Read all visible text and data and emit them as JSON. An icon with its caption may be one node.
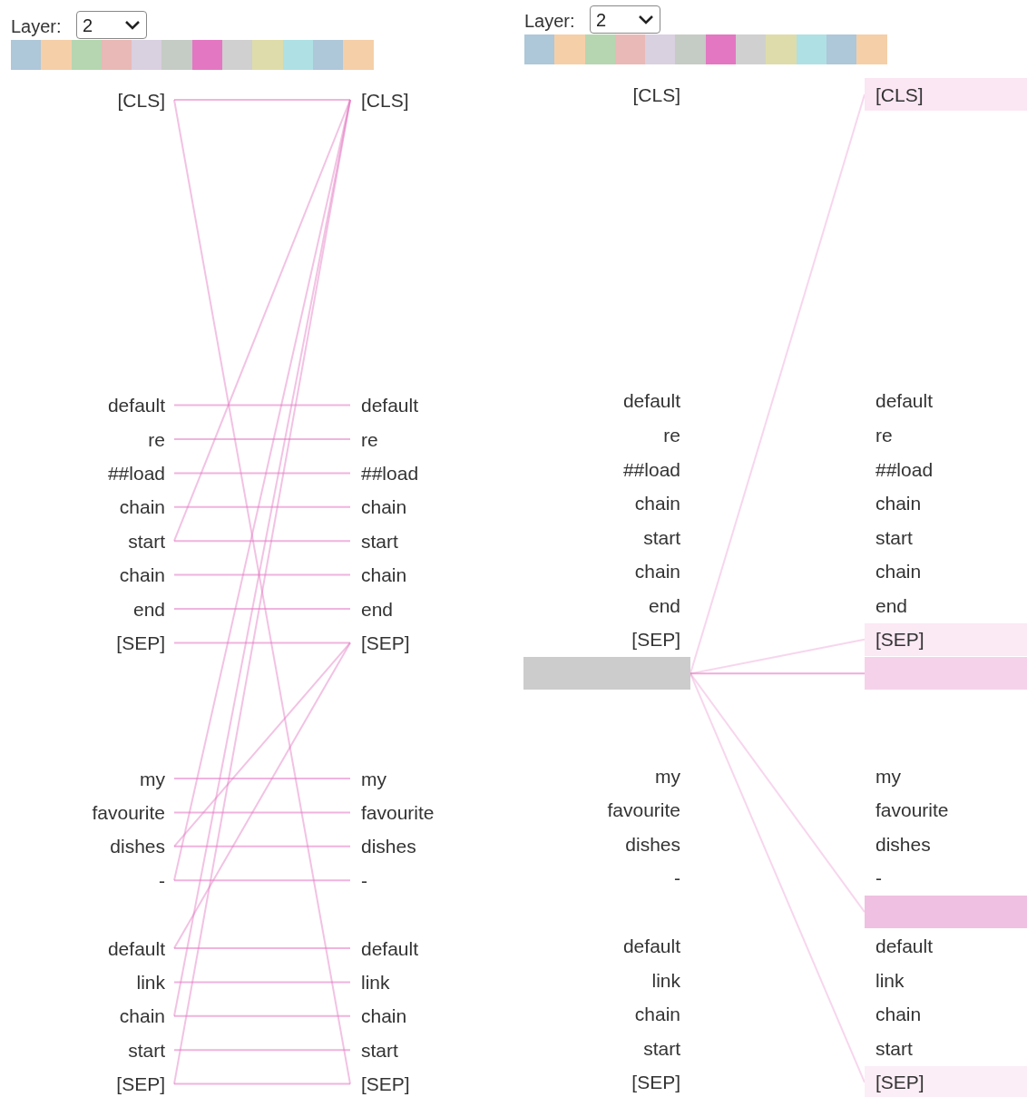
{
  "diagram": {
    "nodes": [
      {
        "text": [
          "[CLS]"
        ]
      },
      {
        "text": [
          "default"
        ]
      },
      {
        "text": [
          "re"
        ]
      },
      {
        "text": [
          "##load"
        ]
      },
      {
        "text": [
          "chain"
        ]
      },
      {
        "text": [
          "start"
        ]
      },
      {
        "text": [
          "chain"
        ]
      },
      {
        "text": [
          "end"
        ]
      },
      {
        "text": [
          "[SEP]"
        ]
      },
      {
        "text": [
          "my"
        ]
      },
      {
        "text": [
          "favourite"
        ]
      },
      {
        "text": [
          "dishes"
        ]
      },
      {
        "text": [
          "-"
        ]
      },
      {
        "text": [
          "default"
        ]
      },
      {
        "text": [
          "link"
        ]
      },
      {
        "text": [
          "chain"
        ]
      },
      {
        "text": [
          "start"
        ]
      },
      {
        "text": [
          "[SEP]"
        ]
      },
      {
        "text": [
          "[CLS]"
        ]
      },
      {
        "text": [
          "default"
        ]
      },
      {
        "text": [
          "re"
        ]
      },
      {
        "text": [
          "##load"
        ]
      },
      {
        "text": [
          "chain"
        ]
      },
      {
        "text": [
          "start"
        ]
      },
      {
        "text": [
          "chain"
        ]
      },
      {
        "text": [
          "end"
        ]
      },
      {
        "text": [
          "[SEP]"
        ]
      },
      {
        "text": [
          "my"
        ]
      },
      {
        "text": [
          "favourite"
        ]
      },
      {
        "text": [
          "dishes"
        ]
      },
      {
        "text": [
          "-"
        ]
      },
      {
        "text": [
          "default"
        ]
      },
      {
        "text": [
          "link"
        ]
      },
      {
        "text": [
          "chain"
        ]
      },
      {
        "text": [
          "start"
        ]
      },
      {
        "text": [
          "[SEP]"
        ]
      },
      {
        "text": [
          "[CLS]"
        ]
      },
      {
        "text": [
          "default"
        ]
      },
      {
        "text": [
          "re"
        ]
      },
      {
        "text": [
          "##load"
        ]
      },
      {
        "text": [
          "chain"
        ]
      },
      {
        "text": [
          "start"
        ]
      },
      {
        "text": [
          "chain"
        ]
      },
      {
        "text": [
          "end"
        ]
      },
      {
        "text": [
          "[SEP]"
        ]
      },
      {
        "text": [],
        "shape": "box"
      },
      {
        "text": [
          "my"
        ]
      },
      {
        "text": [
          "favourite"
        ]
      },
      {
        "text": [
          "dishes"
        ]
      },
      {
        "text": [
          "-"
        ]
      },
      {
        "text": [
          "default"
        ]
      },
      {
        "text": [
          "link"
        ]
      },
      {
        "text": [
          "chain"
        ]
      },
      {
        "text": [
          "start"
        ]
      },
      {
        "text": [
          "[SEP]"
        ]
      },
      {
        "text": [
          "[CLS]"
        ]
      },
      {
        "text": [
          "default"
        ]
      },
      {
        "text": [
          "re"
        ]
      },
      {
        "text": [
          "##load"
        ]
      },
      {
        "text": [
          "chain"
        ]
      },
      {
        "text": [
          "start"
        ]
      },
      {
        "text": [
          "chain"
        ]
      },
      {
        "text": [
          "end"
        ]
      },
      {
        "text": [
          "[SEP]"
        ]
      },
      {
        "text": [],
        "shape": "box"
      },
      {
        "text": [
          "my"
        ]
      },
      {
        "text": [
          "favourite"
        ]
      },
      {
        "text": [
          "dishes"
        ]
      },
      {
        "text": [
          "-"
        ]
      },
      {
        "text": [],
        "shape": "box"
      },
      {
        "text": [
          "default"
        ]
      },
      {
        "text": [
          "link"
        ]
      },
      {
        "text": [
          "chain"
        ]
      },
      {
        "text": [
          "start"
        ]
      },
      {
        "text": [
          "[SEP]"
        ]
      }
    ],
    "edges": [
      {
        "from": 0,
        "to": 18,
        "arrow": "none"
      },
      {
        "from": 1,
        "to": 19,
        "arrow": "none"
      },
      {
        "from": 2,
        "to": 20,
        "arrow": "none"
      },
      {
        "from": 3,
        "to": 21,
        "arrow": "none"
      },
      {
        "from": 4,
        "to": 22,
        "arrow": "none"
      },
      {
        "from": 5,
        "to": 23,
        "arrow": "none"
      },
      {
        "from": 6,
        "to": 24,
        "arrow": "none"
      },
      {
        "from": 7,
        "to": 25,
        "arrow": "none"
      },
      {
        "from": 8,
        "to": 26,
        "arrow": "none"
      },
      {
        "from": 9,
        "to": 27,
        "arrow": "none"
      },
      {
        "from": 10,
        "to": 28,
        "arrow": "none"
      },
      {
        "from": 11,
        "to": 29,
        "arrow": "none"
      },
      {
        "from": 12,
        "to": 30,
        "arrow": "none"
      },
      {
        "from": 13,
        "to": 31,
        "arrow": "none"
      },
      {
        "from": 14,
        "to": 32,
        "arrow": "none"
      },
      {
        "from": 15,
        "to": 33,
        "arrow": "none"
      },
      {
        "from": 16,
        "to": 34,
        "arrow": "none"
      },
      {
        "from": 17,
        "to": 35,
        "arrow": "none"
      },
      {
        "from": 17,
        "to": 18,
        "arrow": "none"
      },
      {
        "from": 15,
        "to": 18,
        "arrow": "none"
      },
      {
        "from": 5,
        "to": 18,
        "arrow": "none"
      },
      {
        "from": 13,
        "to": 26,
        "arrow": "none"
      },
      {
        "from": 11,
        "to": 26,
        "arrow": "none"
      },
      {
        "from": 0,
        "to": 35,
        "arrow": "none"
      },
      {
        "from": 12,
        "to": 18,
        "arrow": "none"
      },
      {
        "from": 45,
        "to": 55,
        "arrow": "none"
      },
      {
        "from": 45,
        "to": 63,
        "arrow": "none"
      },
      {
        "from": 45,
        "to": 64,
        "arrow": "none"
      },
      {
        "from": 45,
        "to": 69,
        "arrow": "none"
      },
      {
        "from": 45,
        "to": 74,
        "arrow": "none"
      }
    ],
    "labels": [
      "Layer:",
      "2",
      "Layer:",
      "2"
    ]
  }
}
